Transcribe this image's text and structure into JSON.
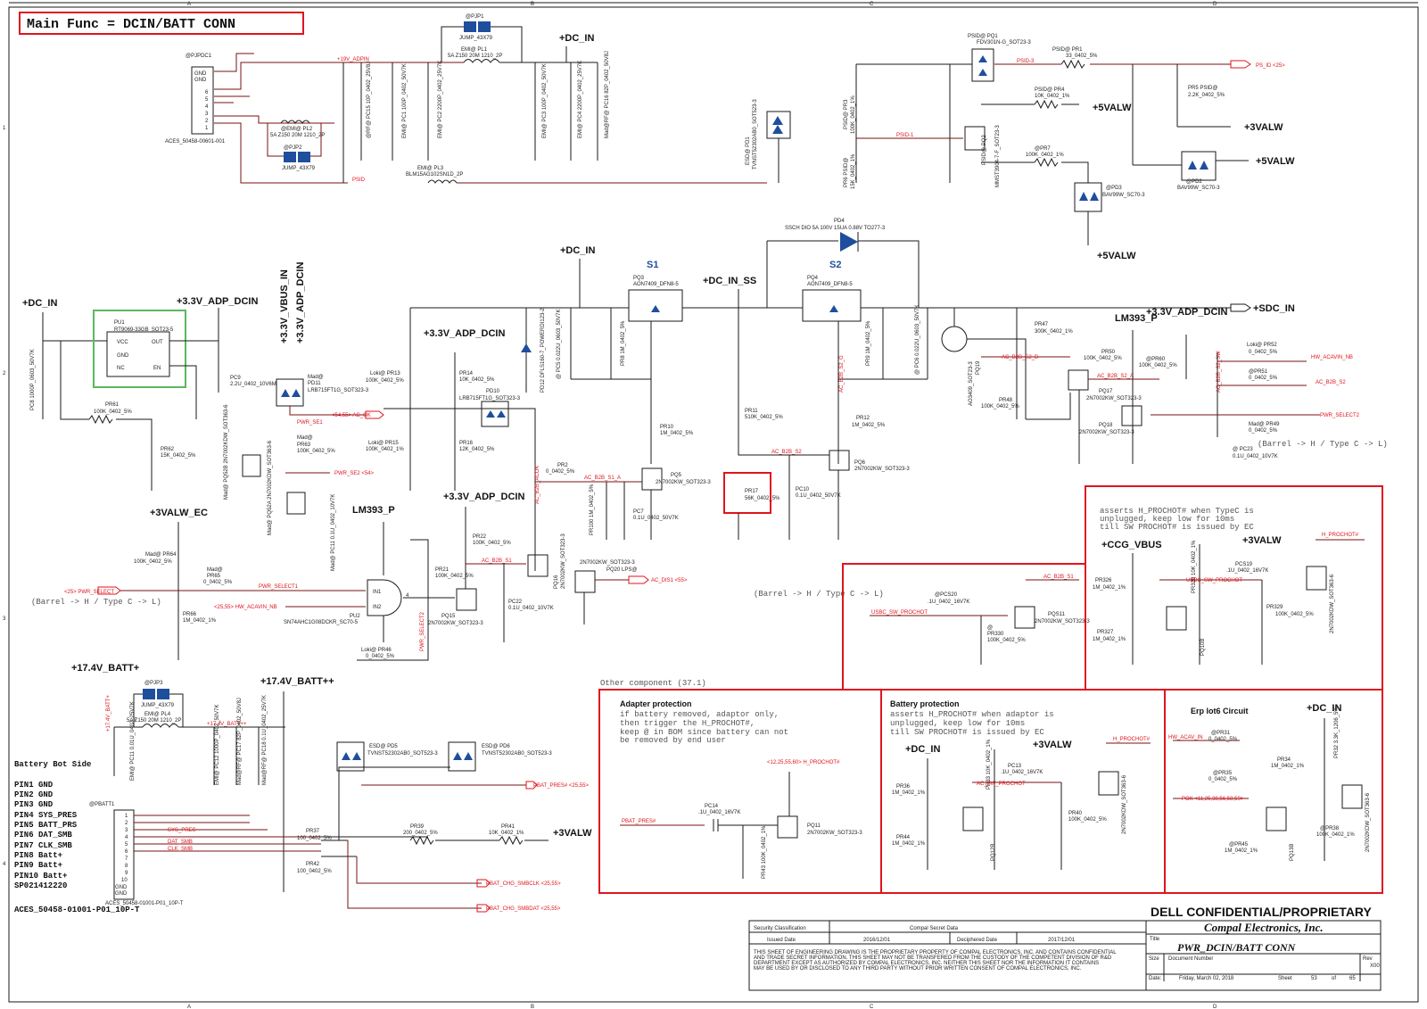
{
  "title": "Main Func = DCIN/BATT CONN",
  "rails": {
    "dc_in_top": "+DC_IN",
    "dc_in_mid": "+DC_IN",
    "dc_in_left": "+DC_IN",
    "dc_in_ss": "+DC_IN_SS",
    "sdc_in": "+SDC_IN",
    "adp_3v3_a": "+3.3V_ADP_DCIN",
    "adp_3v3_b": "+3.3V_ADP_DCIN",
    "adp_3v3_c": "+3.3V_ADP_DCIN",
    "adp_3v3_d": "+3.3V_ADP_DCIN",
    "vbus_3v3": "+3.3V_VBUS_IN",
    "valw_ec": "+3VALW_EC",
    "v5alw_a": "+5VALW",
    "v5alw_b": "+5VALW",
    "v5alw_c": "+5VALW",
    "v3alw_a": "+3VALW",
    "v3alw_b": "+3VALW",
    "v3alw_c": "+3VALW",
    "v3alw_d": "+3VALW",
    "batt_a": "+17.4V_BATT+",
    "batt_b": "+17.4V_BATT++",
    "ccg_vbus": "+CCG_VBUS",
    "dc_in_ep": "+DC_IN",
    "dc_in_bp": "+DC_IN"
  },
  "switches": {
    "s1": "S1",
    "s2": "S2",
    "lm393_a": "LM393_P",
    "lm393_b": "LM393_P"
  },
  "components": {
    "pjpdc1": "@PJPDC1",
    "aces1": "ACES_50458-00601-001",
    "pjp1": "@PJP1",
    "jump1": "JUMP_43X79",
    "pl1": "EMI@ PL1",
    "pl1v": "5A Z150 20M 1210_2P",
    "pl2": "@EMI@ PL2",
    "pl2v": "5A Z150 20M 1210_2P",
    "pjp2": "@PJP2",
    "jump2": "JUMP_43X79",
    "pl3": "EMI@ PL3",
    "pl3v": "BLM15AG102SN1D_2P",
    "pd1": "ESD@ PD1",
    "pd1v": "TVNST52302AB0_SOT523-3",
    "pq1": "PSID@ PQ1",
    "pq1v": "FDV301N-G_SOT23-3",
    "pr1": "PSID@ PR1",
    "pr1v": "33_0402_5%",
    "pr3": "PSID@ PR3",
    "pr4": "PSID@ PR4",
    "pr4v": "10K_0402_1%",
    "pr5": "PR5 PSID@",
    "pr5v": "2.2K_0402_5%",
    "pq2": "PSID@ PQ2",
    "pq2v": "MMST3904-7-F_SOT23-3",
    "pr7": "@PR7",
    "pr7v": "100K_0402_1%",
    "pd2": "@PD2",
    "pd2v": "BAV99W_SC70-3",
    "pd3": "@PD3",
    "pd3v": "BAV99W_SC70-3",
    "pd4": "PD4",
    "pd4v": "SSCH DIO 5A 100V 15UA 0.88V TO277-3",
    "pq3": "PQ3",
    "pq3v": "AON7409_DFN8-5",
    "pq4": "PQ4",
    "pq4v": "AON7409_DFN8-5",
    "pu1": "PU1",
    "pu1v": "RT9069-33GB_SOT23-5",
    "pd11": "PD11",
    "pd11v": "LRB715FT1G_SOT323-3",
    "pd10": "PD10",
    "pd10v": "LRB715FT1G_SOT323-3",
    "pr47": "PR47",
    "pr47v": "300K_0402_1%",
    "pq17": "PQ17",
    "pq17v": "2N7002KW_SOT323-3",
    "pq18": "PQ18",
    "pq18v": "2N7002KW_SOT323-3",
    "pq19": "PQ19",
    "pq19v": "AO3409_SOT23-3",
    "pq5": "PQ5",
    "pq5v": "2N7002KW_SOT323-3",
    "pq6": "PQ6",
    "pq6v": "2N7002KW_SOT323-3",
    "pr17": "PR17",
    "pr17v": "56K_0402_5%",
    "pu2": "PU2",
    "pu2v": "SN74AHC1G08DCKR_SC70-5",
    "pq15": "PQ15",
    "pq15v": "2N7002KW_SOT323-3",
    "pq16": "PQ16",
    "pq16v": "2N7002KW_SOT323-3",
    "pq20": "PQ20",
    "pq20v": "2N7002KW_SOT323-3",
    "pjp3": "@PJP3",
    "jump3": "JUMP_43X79",
    "pl4": "EMI@ PL4",
    "pl4v": "5A Z150 20M 1210_2P",
    "pd5": "ESD@ PD5",
    "pd5v": "TVNST52302AB0_SOT523-3",
    "pd6": "ESD@ PD6",
    "pd6v": "TVNST52302AB0_SOT523-3",
    "pbatt1": "@PBATT1",
    "aces2": "ACES_50458-01001-P01_10P-T",
    "pq11": "PQ11",
    "pq11v": "2N7002KW_SOT323-3",
    "pr37": "PR37",
    "pr37v": "100_0402_5%",
    "pr39": "PR39",
    "pr39v": "200_0402_5%",
    "pr41": "PR41",
    "pr41v": "10K_0402_1%",
    "pr42": "PR42",
    "pr42v": "100_0402_5%",
    "pqs11": "PQS11",
    "pqs11v": "2N7002KW_SOT323-3",
    "pq10": "PQ10B",
    "pq10v": "2N7002KDW_SOT363-6",
    "pq12": "PQ12B",
    "pq12v": "2N7002KDW_SOT363-6",
    "pq13": "PQ13B",
    "pq13v": "2N7002KDW_SOT363-6"
  },
  "nets": {
    "v19": "+19V_ADPIN",
    "psid": "PSID",
    "psid3": "PSID-3",
    "psid1": "PSID-1",
    "ps_id": "PS_ID <25>",
    "ac_b2b_s2_b": "AC_B2B_S2_B",
    "ac_b2b_s2_a": "AC_B2B_S2_A",
    "ac_b2b_s2": "AC_B2B_S2",
    "ac_b2b_s1": "AC_B2B_S1",
    "ac_b2b_s1_a": "AC_B2B_S1_A",
    "ac_ok": "<54,55> AC_OK",
    "pwr_se1": "PWR_SE1",
    "pwr_se2": "PWR_SE2 <54>",
    "pwr_select": "<25> PWR_SELECT",
    "pwr_select1": "PWR_SELECT1",
    "hw_acavin_nb": "<25,55> HW_ACAVIN_NB",
    "hw_acavin_nb_r": "HW_ACAVIN_NB",
    "ac_b2b_s2_r": "AC_B2B_S2",
    "pwr_select2": "PWR_SELECT2",
    "ac_dis1": "AC_DIS1 <55>",
    "barrel_1": "(Barrel -> H / Type C -> L)",
    "barrel_2": "(Barrel -> H / Type C -> L)",
    "barrel_3": "(Barrel -> H / Type C -> L)",
    "usbc_sw": "USBC_SW_PROCHOT",
    "h_prochot": "H_PROCHOT#",
    "h_prochot_a": "<12,25,55,60> H_PROCHOT#",
    "pbat_pres": "PBAT_PRES# <25,55>",
    "pbat_pres_l": "PBAT_PRES#",
    "pbat_clk": "PBAT_CHG_SMBCLK <25,55>",
    "pbat_dat": "PBAT_CHG_SMBDAT <25,55>",
    "sys_pres": "SYS_PRES",
    "dat_smb": "DAT_SMB",
    "clk_smb": "CLK_SMB",
    "batt_pp": "+17.4V_BATT++",
    "pok": "POK <11,25,38,56,58,59>",
    "hw_acav_in": "HW_ACAV_IN"
  },
  "notes": {
    "other": "Other component (37.1)",
    "adaptor_title": "Adapter protection",
    "adaptor_text": [
      "if battery removed, adaptor only,",
      "then trigger the H_PROCHOT#,",
      "keep @ in BOM since battery can not",
      "be removed by end user"
    ],
    "battery_title": "Battery protection",
    "battery_text": [
      "asserts H_PROCHOT# when adaptor is",
      "unplugged, keep low for 10ms",
      "till SW PROCHOT# is issued by EC"
    ],
    "typec_text": [
      "asserts H_PROCHOT# when TypeC is",
      "unplugged, keep low for 10ms",
      "till SW PROCHOT# is issued by EC"
    ],
    "erp_title": "Erp lot6 Circuit"
  },
  "battery_pins": {
    "heading": "Battery Bot Side",
    "pins": [
      "PIN1 GND",
      "PIN2 GND",
      "PIN3 GND",
      "PIN4 SYS_PRES",
      "PIN5 BATT_PRS",
      "PIN6 DAT_SMB",
      "PIN7 CLK_SMB",
      "PIN8 Batt+",
      "PIN9 Batt+",
      "PIN10 Batt+",
      "SP021412220"
    ],
    "connector": "ACES_50458-01001-P01_10P-T"
  },
  "title_block": {
    "confidential": "DELL CONFIDENTIAL/PROPRIETARY",
    "company": "Compal Electronics, Inc.",
    "security_label": "Security Classification",
    "security_value": "Compal Secret Data",
    "issued_label": "Issued Date",
    "issued_value": "2016/12/01",
    "deciphered_label": "Deciphered Date",
    "deciphered_value": "2017/12/01",
    "title_label": "Title",
    "title_value": "PWR_DCIN/BATT CONN",
    "size_label": "Size",
    "doc_label": "Document Number",
    "rev_label": "Rev",
    "rev_value": "X00",
    "date_label": "Date:",
    "date_value": "Friday, March 02, 2018",
    "sheet_label": "Sheet",
    "sheet_value": "53",
    "of_label": "of",
    "of_value": "65",
    "disclaimer": [
      "THIS SHEET OF ENGINEERING DRAWING IS THE PROPRIETARY PROPERTY OF COMPAL ELECTRONICS, INC. AND CONTAINS CONFIDENTIAL",
      "AND TRADE SECRET INFORMATION. THIS SHEET MAY NOT BE TRANSFERED FROM THE CUSTODY OF THE COMPETENT DIVISION OF R&D",
      "DEPARTMENT EXCEPT AS AUTHORIZED BY COMPAL ELECTRONICS, INC. NEITHER THIS SHEET NOR THE INFORMATION IT CONTAINS",
      "MAY BE USED BY OR DISCLOSED TO ANY THIRD PARTY WITHOUT PRIOR WRITTEN CONSENT OF COMPAL ELECTRONICS, INC."
    ]
  },
  "border_letters": [
    "A",
    "B",
    "C",
    "D"
  ],
  "border_numbers": [
    "1",
    "2",
    "3",
    "4"
  ]
}
